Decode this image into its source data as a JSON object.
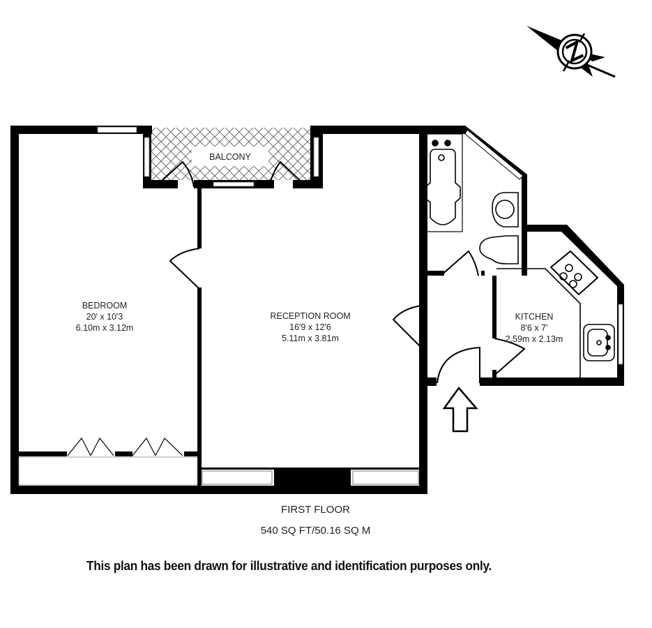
{
  "floorplan": {
    "compass": {
      "icon": "north-compass-icon",
      "letter": "N"
    },
    "rooms": [
      {
        "id": "bedroom",
        "name": "BEDROOM",
        "imperial": "20' x 10'3",
        "metric": "6.10m x 3.12m"
      },
      {
        "id": "reception",
        "name": "RECEPTION ROOM",
        "imperial": "16'9 x 12'6",
        "metric": "5.11m x 3.81m"
      },
      {
        "id": "kitchen",
        "name": "KITCHEN",
        "imperial": "8'6 x 7'",
        "metric": "2.59m x 2.13m"
      },
      {
        "id": "balcony",
        "name": "BALCONY"
      }
    ],
    "floor": {
      "name": "FIRST FLOOR",
      "area": "540 SQ FT/50.16 SQ M"
    },
    "disclaimer": "This plan has been drawn for illustrative and identification  purposes only.",
    "entrance_icon": "entrance-arrow-icon",
    "colors": {
      "wall": "#000000",
      "background": "#ffffff",
      "text": "#222222"
    }
  }
}
